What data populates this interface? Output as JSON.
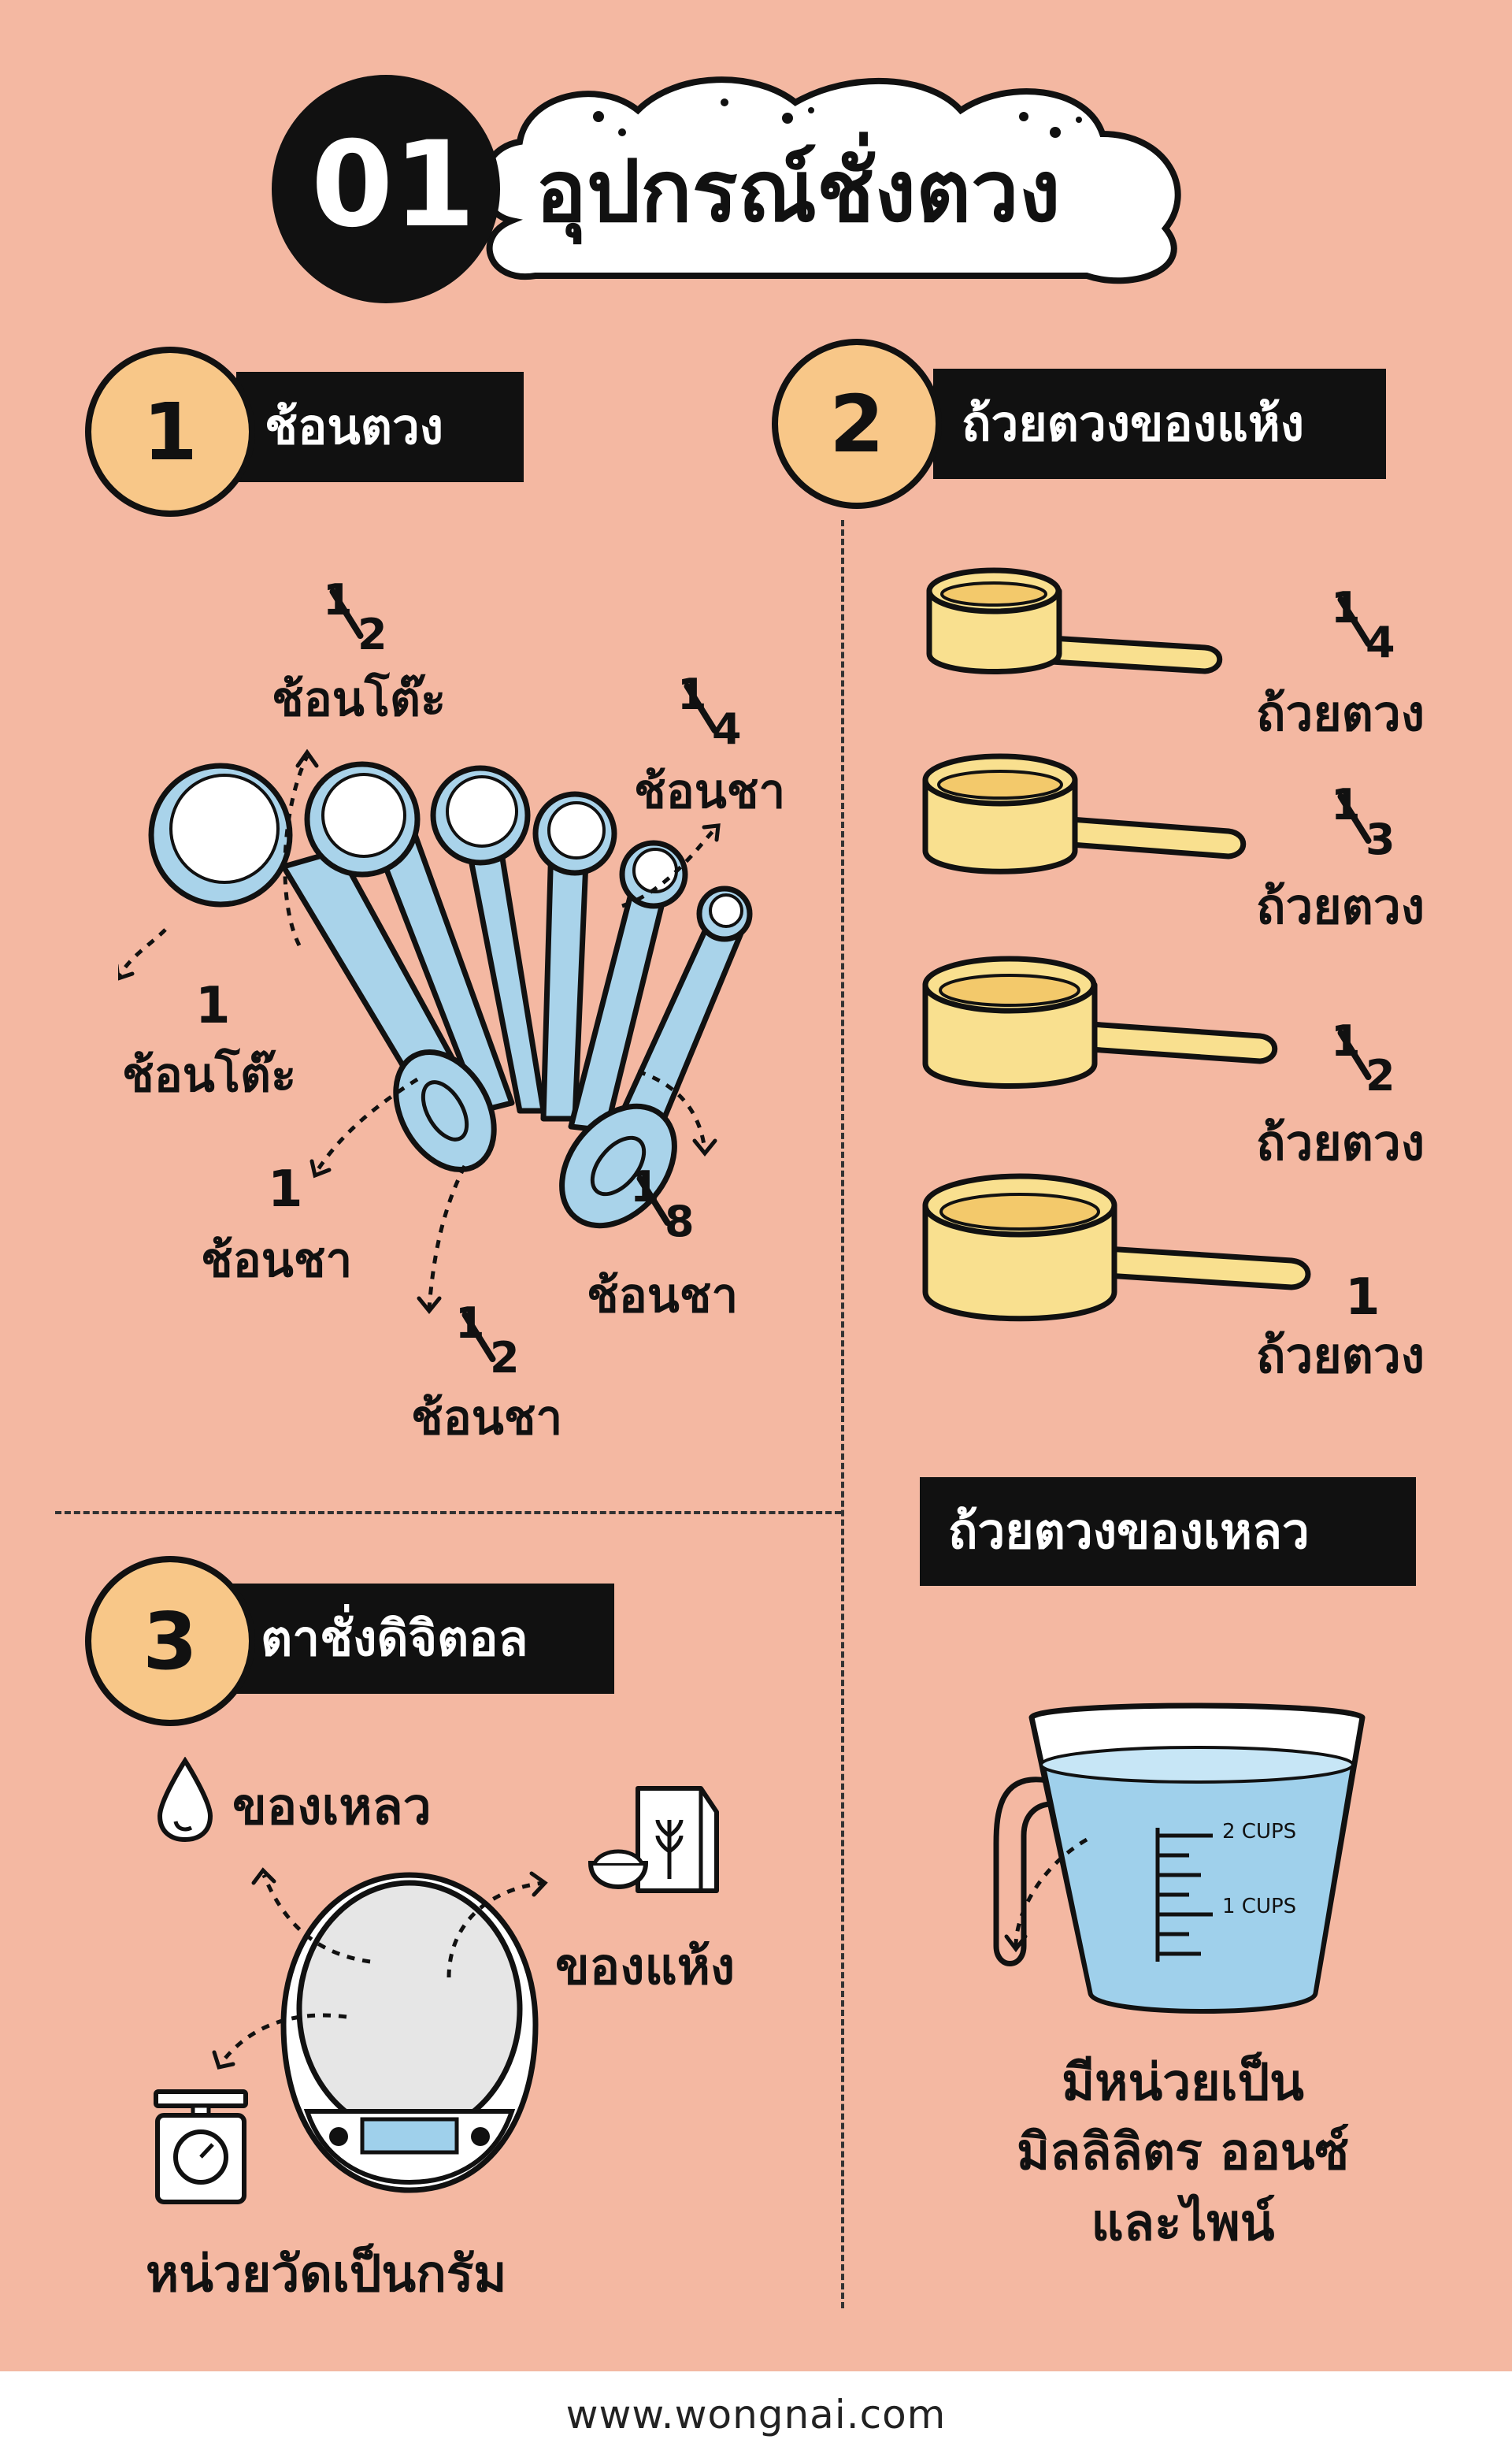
{
  "header": {
    "number": "01",
    "title": "อุปกรณ์ชั่งตวง"
  },
  "sections": {
    "s1": {
      "number": "1",
      "label": "ช้อนตวง"
    },
    "s2": {
      "number": "2",
      "label": "ถ้วยตวงของแห้ง"
    },
    "s3": {
      "number": "3",
      "label": "ตาชั่งดิจิตอล"
    }
  },
  "spoons": {
    "tbsp_half": {
      "num": "1",
      "den": "2",
      "unit": "ช้อนโต๊ะ"
    },
    "tsp_quarter": {
      "num": "1",
      "den": "4",
      "unit": "ช้อนชา"
    },
    "tbsp_one": {
      "value": "1",
      "unit": "ช้อนโต๊ะ"
    },
    "tsp_one": {
      "value": "1",
      "unit": "ช้อนชา"
    },
    "tsp_eighth": {
      "num": "1",
      "den": "8",
      "unit": "ช้อนชา"
    },
    "tsp_half": {
      "num": "1",
      "den": "2",
      "unit": "ช้อนชา"
    }
  },
  "cups": [
    {
      "num": "1",
      "den": "4",
      "unit": "ถ้วยตวง"
    },
    {
      "num": "1",
      "den": "3",
      "unit": "ถ้วยตวง"
    },
    {
      "num": "1",
      "den": "2",
      "unit": "ถ้วยตวง"
    },
    {
      "value": "1",
      "unit": "ถ้วยตวง"
    }
  ],
  "liquid": {
    "label": "ถ้วยตวงของเหลว",
    "mark_2": "2 CUPS",
    "mark_1": "1 CUPS",
    "desc_line1": "มีหน่วยเป็น",
    "desc_line2": "มิลลิลิตร ออนซ์",
    "desc_line3": "และไพน์"
  },
  "scale": {
    "liquid_label": "ของเหลว",
    "dry_label": "ของแห้ง",
    "unit_label": "หน่วยวัดเป็นกรัม"
  },
  "footer": {
    "url": "www.wongnai.com"
  },
  "colors": {
    "background": "#f4b8a2",
    "badge": "#f8c788",
    "spoon": "#a9d3ea",
    "cup": "#f9e08f",
    "water": "#9fd0eb",
    "ink": "#111111"
  },
  "icons": [
    "drop-icon",
    "grain-bag-icon",
    "kitchen-scale-icon",
    "digital-scale-icon",
    "measuring-jug-icon"
  ]
}
